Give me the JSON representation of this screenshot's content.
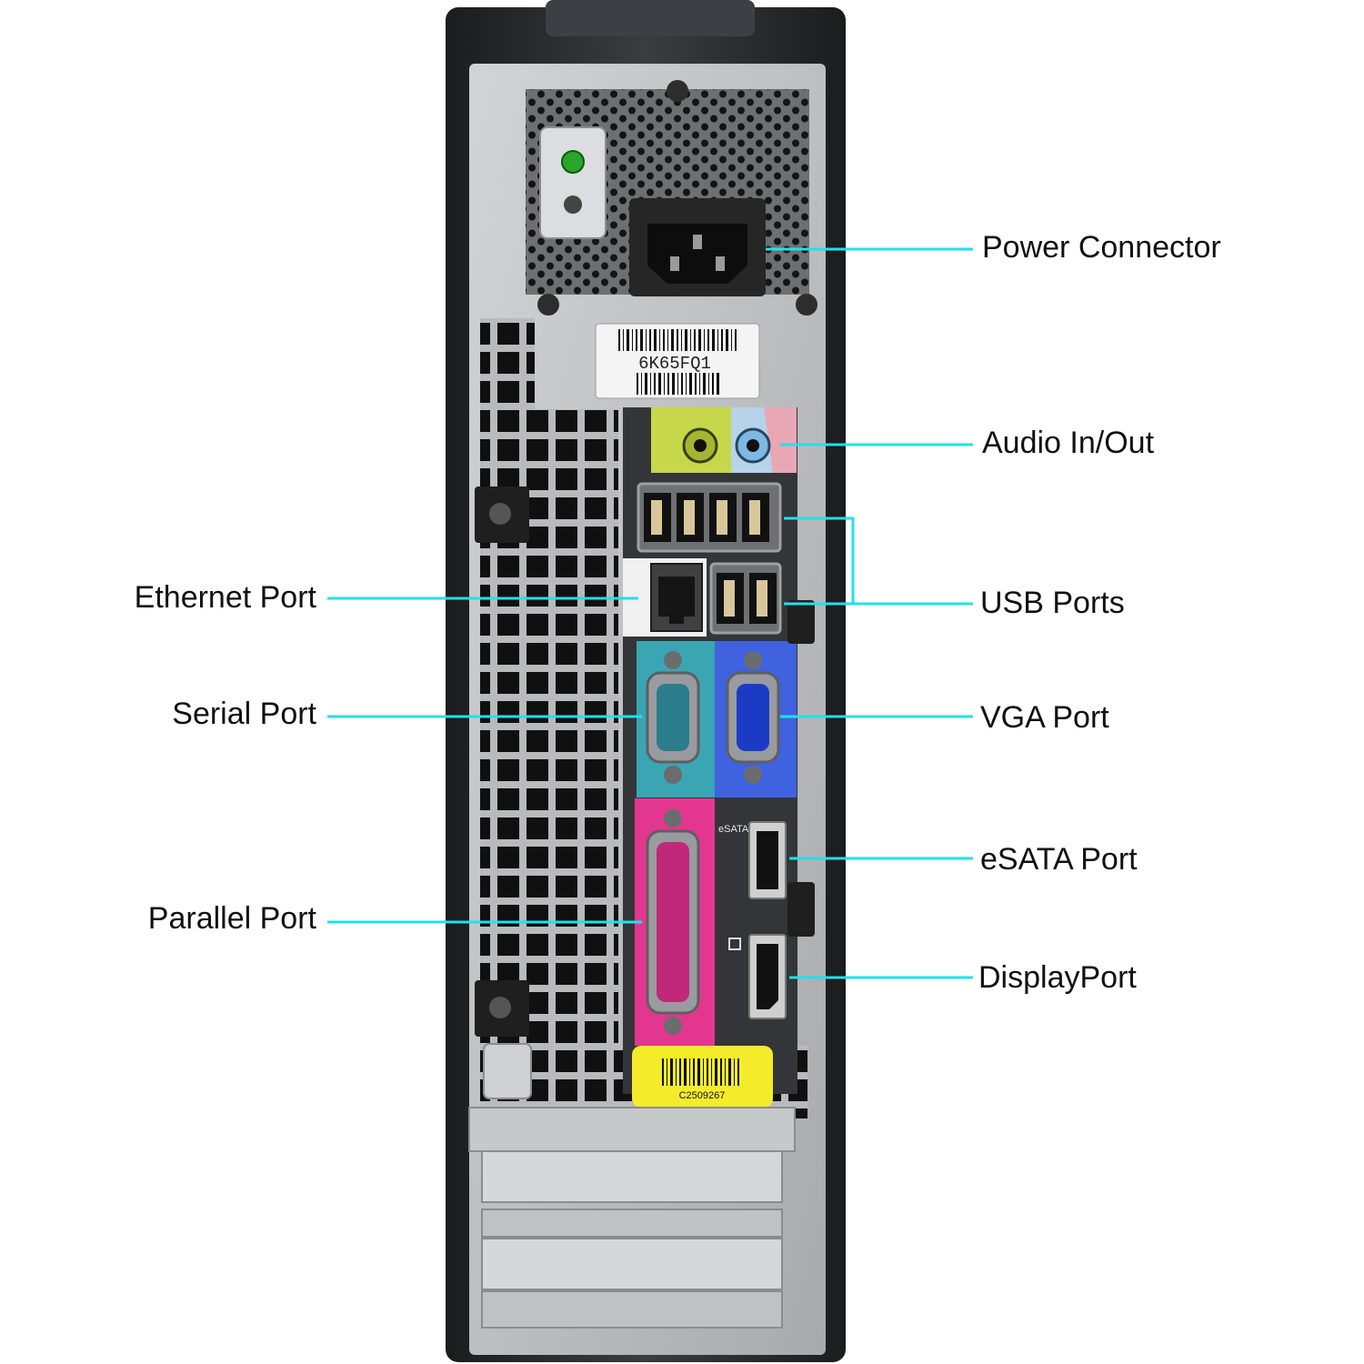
{
  "diagram": {
    "accent_color": "#22e0ec",
    "case_color": "#2a2c2f",
    "panel_color": "#b7b8ba",
    "callouts": [
      {
        "id": "power",
        "label": "Power Connector",
        "side": "right"
      },
      {
        "id": "audio",
        "label": "Audio In/Out",
        "side": "right"
      },
      {
        "id": "usb",
        "label": "USB Ports",
        "side": "right"
      },
      {
        "id": "vga",
        "label": "VGA Port",
        "side": "right"
      },
      {
        "id": "esata",
        "label": "eSATA Port",
        "side": "right"
      },
      {
        "id": "displayport",
        "label": "DisplayPort",
        "side": "right"
      },
      {
        "id": "ethernet",
        "label": "Ethernet Port",
        "side": "left"
      },
      {
        "id": "serial",
        "label": "Serial Port",
        "side": "left"
      },
      {
        "id": "parallel",
        "label": "Parallel Port",
        "side": "left"
      }
    ],
    "service_tag": "6K65FQ1",
    "asset_tag": "C2509267",
    "port_markings": {
      "esata": "eSATA"
    }
  }
}
